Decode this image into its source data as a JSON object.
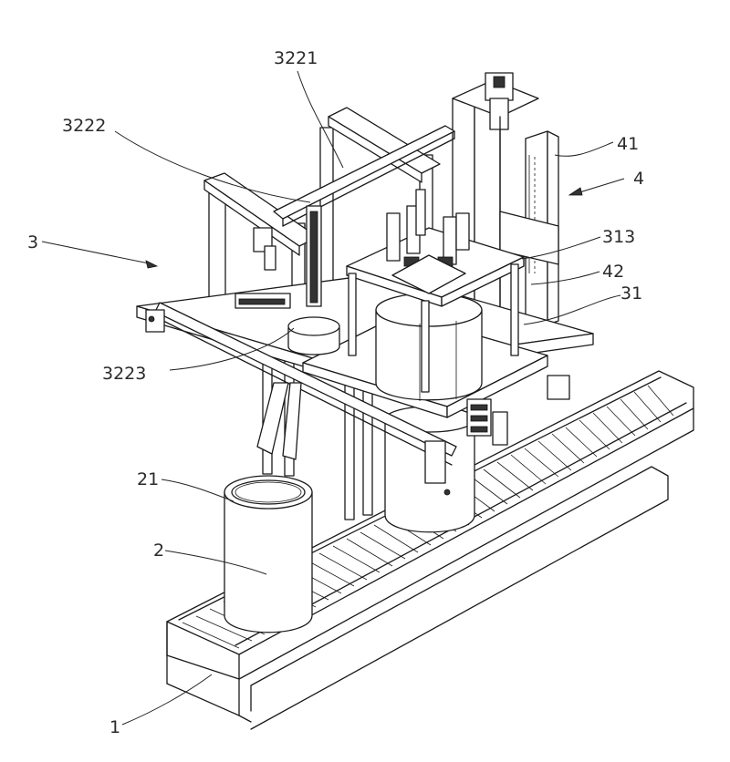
{
  "labels": {
    "l3221": "3221",
    "l3222": "3222",
    "l3": "3",
    "l41": "41",
    "l4": "4",
    "l313": "313",
    "l42": "42",
    "l31": "31",
    "l3223": "3223",
    "l21": "21",
    "l2": "2",
    "l1": "1"
  }
}
